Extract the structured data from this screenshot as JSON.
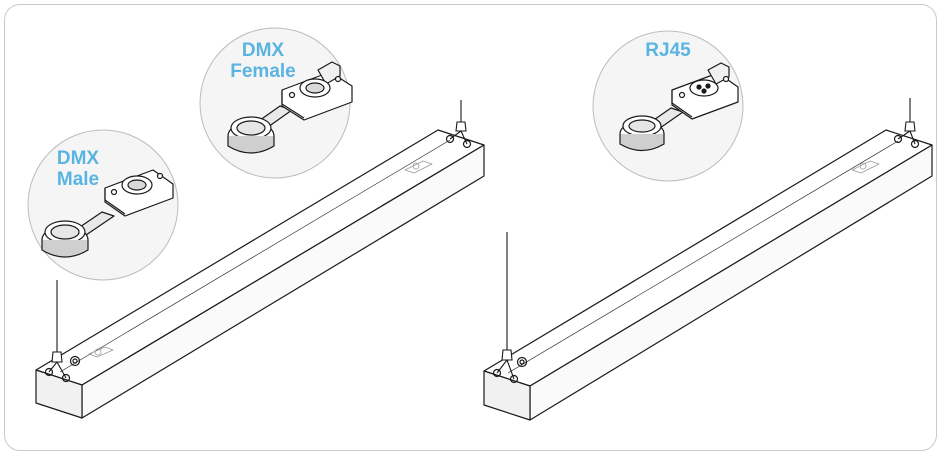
{
  "labels": {
    "dmx_male": [
      "DMX",
      "Male"
    ],
    "dmx_female": [
      "DMX",
      "Female"
    ],
    "rj45": "RJ45"
  },
  "colors": {
    "label": "#5ab4e0",
    "line": "#1a1a1a",
    "circle_fill": "#f4f4f4",
    "circle_stroke": "#bdbdbd",
    "frame": "#c9c9c9"
  },
  "icons": [
    "dmx-male-connector-icon",
    "dmx-female-connector-icon",
    "rj45-connector-icon",
    "luminaire-icon",
    "suspension-cable-icon"
  ]
}
